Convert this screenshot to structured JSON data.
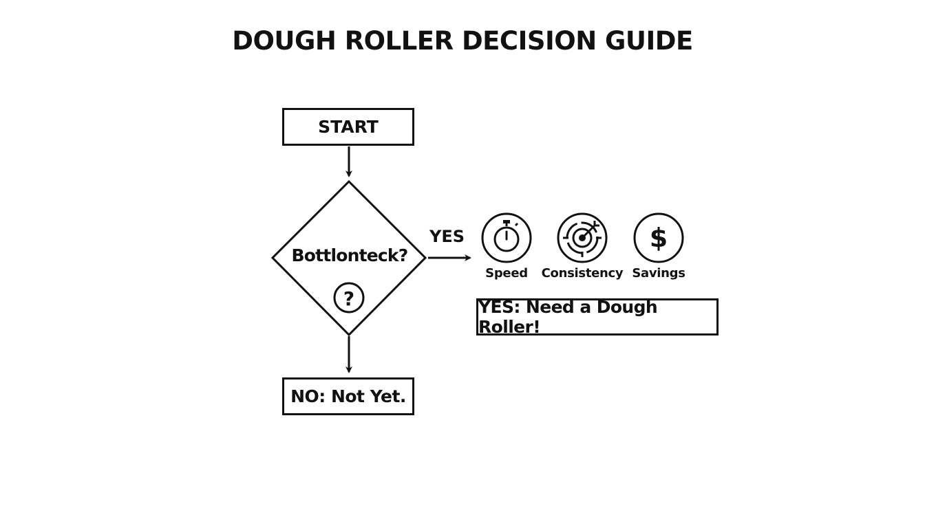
{
  "title": "DOUGH ROLLER DECISION GUIDE",
  "nodes": {
    "start": "START",
    "decision": "Bottlonteck?",
    "decision_icon_text": "?",
    "no_outcome": "NO: Not Yet.",
    "yes_outcome": "YES: Need a Dough Roller!"
  },
  "edges": {
    "yes_label": "YES"
  },
  "benefits": [
    {
      "label": "Speed",
      "icon": "stopwatch-icon"
    },
    {
      "label": "Consistency",
      "icon": "target-icon"
    },
    {
      "label": "Savings",
      "icon": "dollar-icon",
      "icon_text": "$"
    }
  ],
  "colors": {
    "stroke": "#111111",
    "background": "#ffffff"
  }
}
